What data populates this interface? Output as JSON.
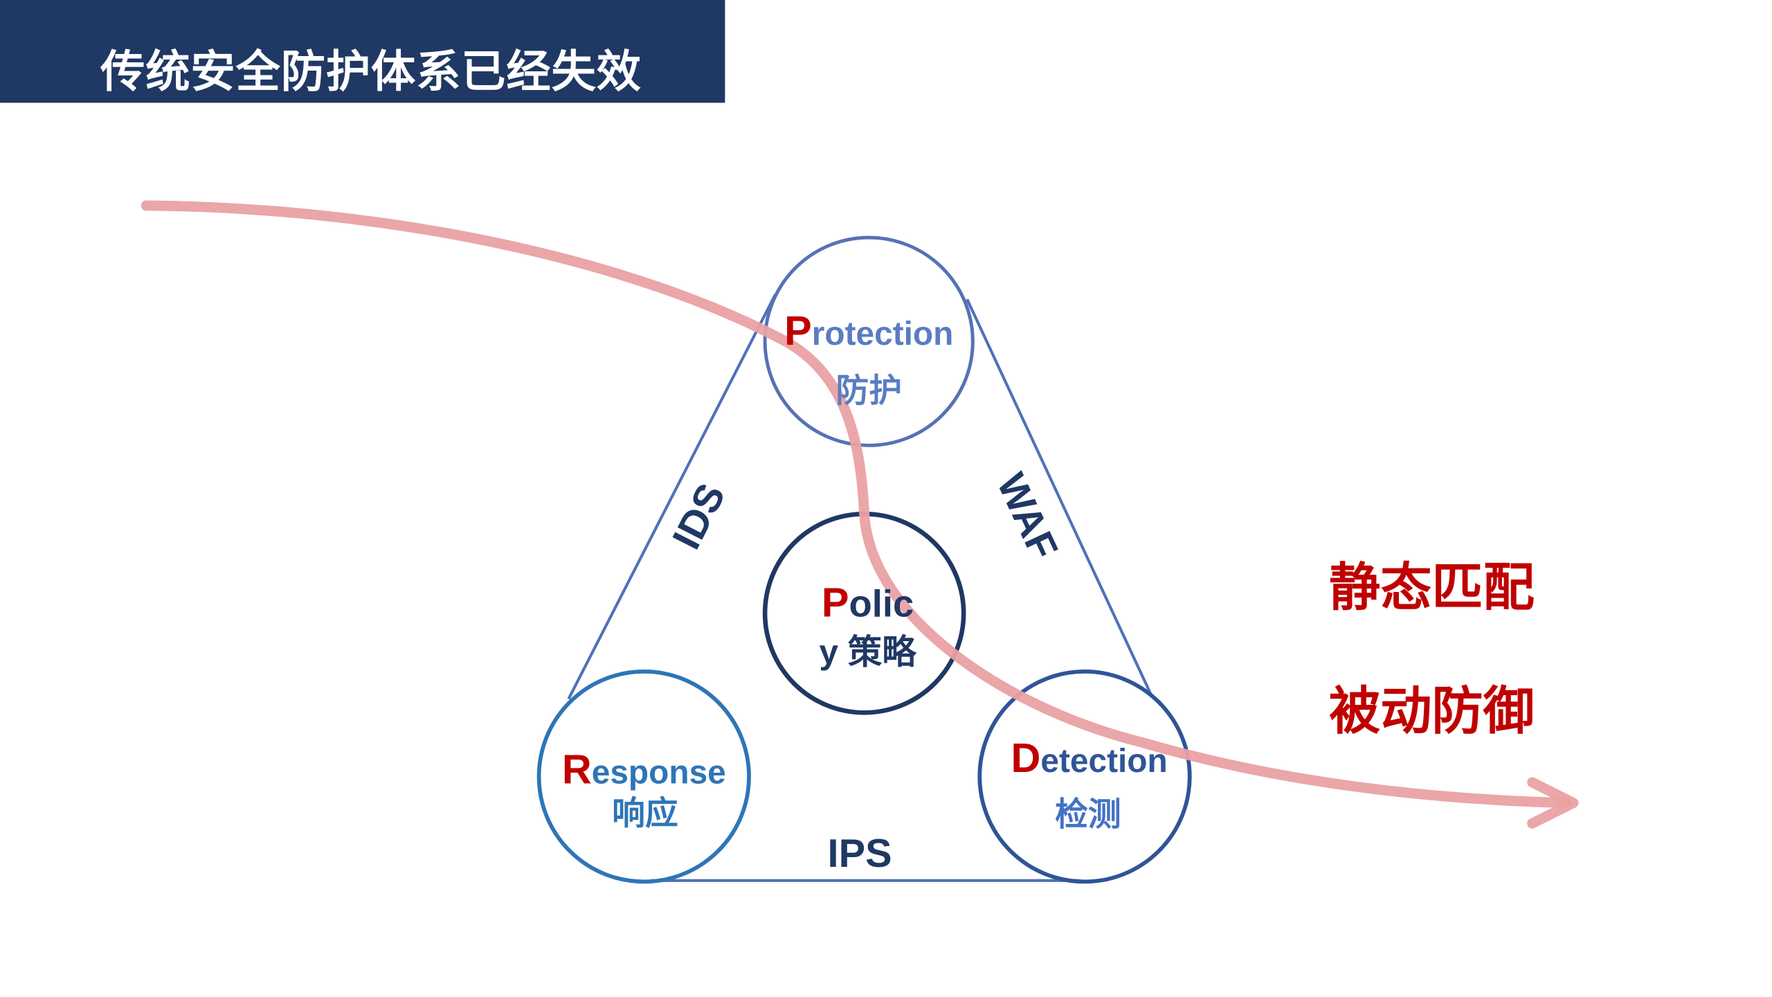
{
  "header": {
    "title": "传统安全防护体系已经失效"
  },
  "diagram": {
    "protection": {
      "initial": "P",
      "rest": "rotection",
      "cn": "防护"
    },
    "policy": {
      "initial": "P",
      "rest": "olic",
      "line2": "y 策略"
    },
    "response": {
      "initial": "R",
      "rest": "esponse",
      "cn": "响应"
    },
    "detection": {
      "initial": "D",
      "rest": "etection",
      "cn": "检测"
    },
    "edges": {
      "left": "IDS",
      "right": "WAF",
      "bottom": "IPS"
    }
  },
  "side_labels": {
    "line1": "静态匹配",
    "line2": "被动防御"
  },
  "colors": {
    "header_bg": "#1F3864",
    "header_text": "#FFFFFF",
    "accent_red": "#C00000",
    "flow_arrow": "#E9A1A3",
    "triangle_line": "#5071B8",
    "protection": "#5A7DC1",
    "protection_ring": "#5572B4",
    "policy": "#1F3864",
    "response": "#2E75B6",
    "detection": "#2F5597",
    "detection_cn": "#4472C4",
    "edge_label": "#1F3864"
  }
}
